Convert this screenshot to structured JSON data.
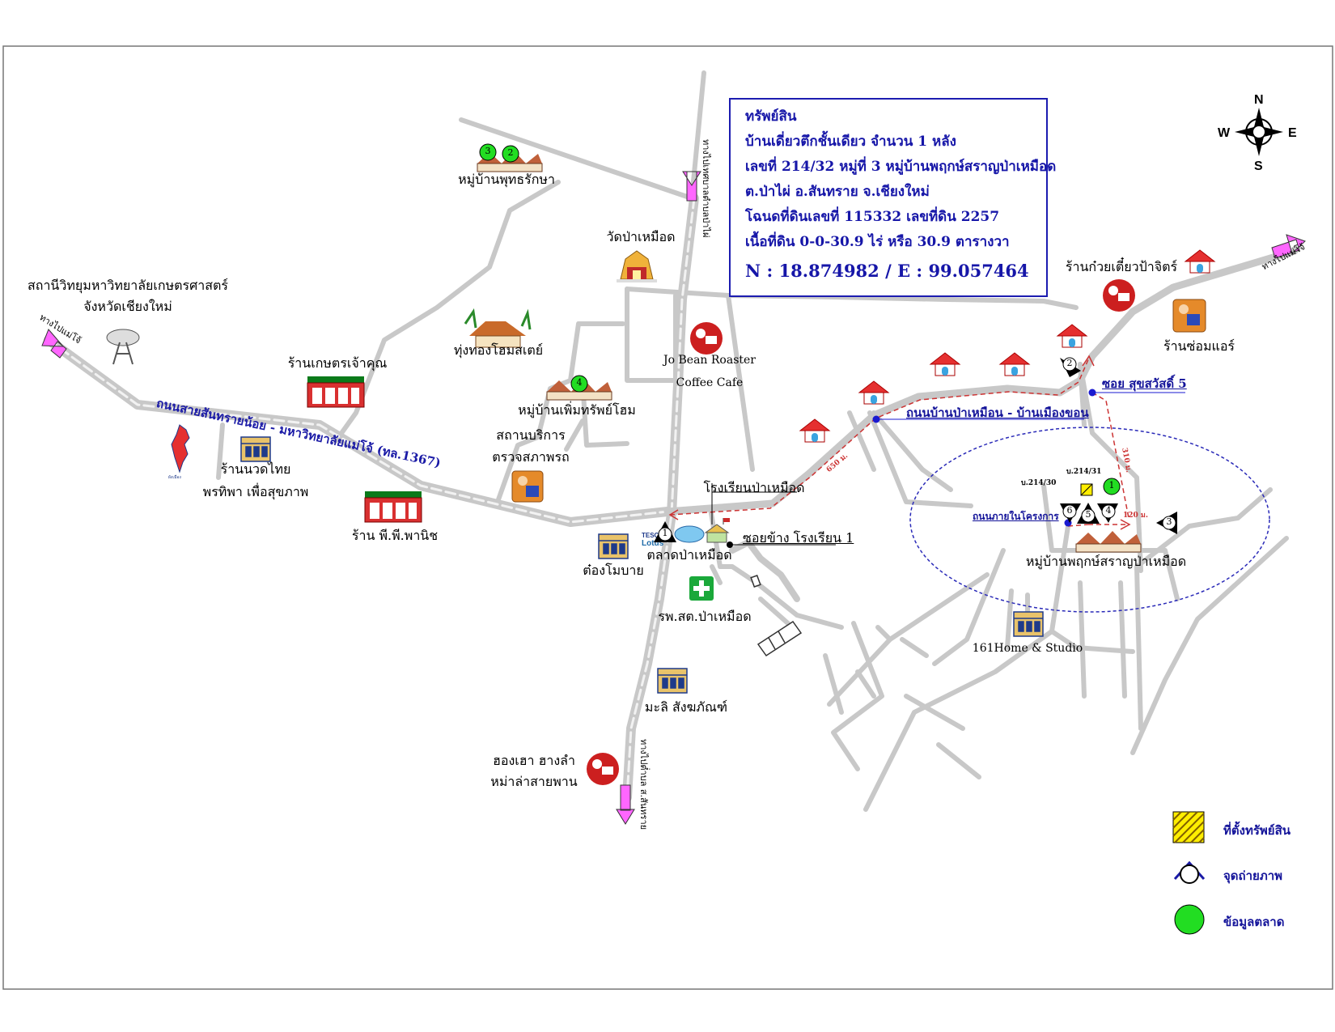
{
  "info_box": {
    "title": "ทรัพย์สิน",
    "line1": "บ้านเดี่ยวตึกชั้นเดียว  จำนวน 1 หลัง",
    "line2": "เลขที่ 214/32 หมู่ที่ 3 หมู่บ้านพฤกษ์สราญป่าเหมือด",
    "line3": "ต.ป่าไผ่  อ.สันทราย  จ.เชียงใหม่",
    "line4": "โฉนดที่ดินเลขที่ 115332  เลขที่ดิน 2257",
    "line5": "เนื้อที่ดิน 0-0-30.9 ไร่ หรือ 30.9 ตารางวา",
    "coord": "N : 18.874982 / E : 99.057464"
  },
  "compass": {
    "n": "N",
    "s": "S",
    "e": "E",
    "w": "W"
  },
  "places": {
    "radio_station_1": "สถานีวิทยุมหาวิทยาลัยเกษตรศาสตร์",
    "radio_station_2": "จังหวัดเชียงใหม่",
    "village_puttharaksa": "หมู่บ้านพุทธรักษา",
    "wat_pa_muead": "วัดป่าเหมือด",
    "thung_thong": "ทุ่งทองโฮมสเตย์",
    "jo_bean_1": "Jo Bean Roaster",
    "jo_bean_2": "Coffee Cafe",
    "village_permsap": "หมู่บ้านเพิ่มทรัพย์โฮม",
    "inspection_1": "สถานบริการ",
    "inspection_2": "ตรวจสภาพรถ",
    "kaset_shop": "ร้านเกษตรเจ้าคุณ",
    "massage_1": "ร้านนวดไทย",
    "massage_2": "พรทิพา เพื่อสุขภาพ",
    "pp_panich": "ร้าน พี.พี.พานิช",
    "school": "โรงเรียนป่าเหมือด",
    "soi_school": "ซอยข้าง โรงเรียน 1",
    "market": "ตลาดป่าเหมือด",
    "tong_mobai": "ต๋องโมบาย",
    "hospital": "รพ.สต.ป่าเหมือด",
    "mali": "มะลิ สังฆภัณฑ์",
    "hong_hao_1": "ฮองเฮา ฮางลำ",
    "hong_hao_2": "หม่าล่าสายพาน",
    "noodle_shop": "ร้านก๋วยเตี๋ยวป้าจิตร์",
    "aircon_shop": "ร้านซ่อมแอร์",
    "soi_suksawat": "ซอย สุขสวัสดิ์ 5",
    "road_pamuead": "ถนนบ้านป่าเหมือน - บ้านเมืองขอน",
    "road_internal": "ถนนภายในโครงการ",
    "village_pruksaran": "หมู่บ้านพฤกษ์สราญป่าเหมือด",
    "home_studio": "161Home & Studio",
    "house_214_31": "บ.214/31",
    "house_214_30": "บ.214/30",
    "main_road": "ถนนสายสันทรายน้อย - มหาวิทยาลัยแม่โจ้ (ทล.1367)",
    "to_maejo_left": "ทางไปแม่โจ้",
    "to_maejo_right": "ทางไปแม่โจ้",
    "to_north": "ทางไปเทศบาลตำบลป่าไผ่",
    "to_south": "ทางไปต่ำบล ส.สันทราย",
    "dist_650": "650 ม.",
    "dist_310": "310 ม.",
    "dist_120": "120 ม.",
    "tesco": "TESCO Lotus"
  },
  "markers": {
    "photo_points": [
      "1",
      "2",
      "3",
      "4",
      "5",
      "6"
    ],
    "market_points": [
      "2",
      "3",
      "4",
      "1"
    ]
  },
  "legend": {
    "property": "ที่ตั้งทรัพย์สิน",
    "photo": "จุดถ่ายภาพ",
    "market": "ข้อมูลตลาด"
  },
  "colors": {
    "road": "#c8c8c8",
    "route": "#cc3333",
    "label_blue": "#1a1aa6",
    "arrow_pink": "#ff66ff",
    "market_green": "#22dd22",
    "property_yellow": "#ffee00"
  }
}
